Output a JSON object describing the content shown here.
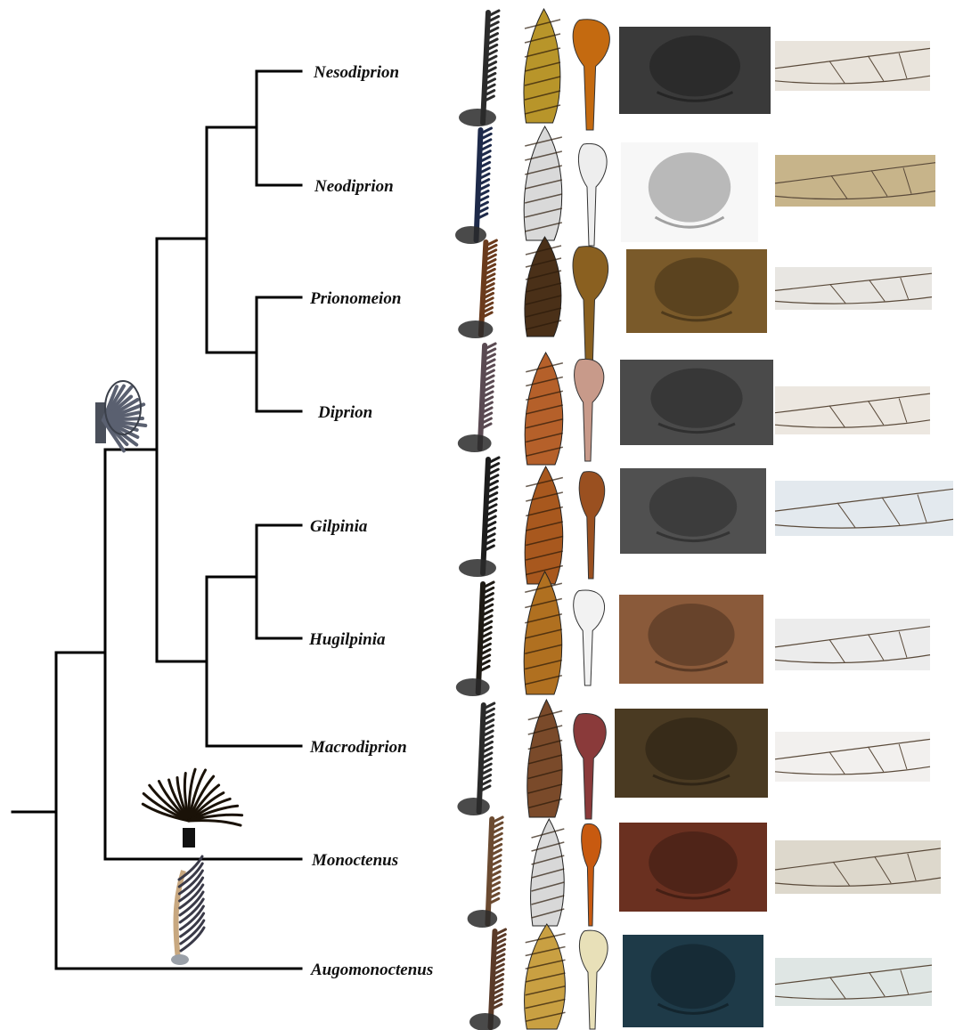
{
  "tree": {
    "taxa": [
      {
        "id": "nesodiprion",
        "label": "Nesodiprion"
      },
      {
        "id": "neodiprion",
        "label": "Neodiprion"
      },
      {
        "id": "prionomeion",
        "label": "Prionomeion"
      },
      {
        "id": "diprion",
        "label": "Diprion"
      },
      {
        "id": "gilpinia",
        "label": "Gilpinia"
      },
      {
        "id": "hugilpinia",
        "label": "Hugilpinia"
      },
      {
        "id": "macrodiprion",
        "label": "Macrodiprion"
      },
      {
        "id": "monoctenus",
        "label": "Monoctenus"
      },
      {
        "id": "augomonoctenus",
        "label": "Augomonoctenus"
      }
    ],
    "topology": "(Augomonoctenus,(Monoctenus,(((Nesodiprion,Neodiprion),(Prionomeion,Diprion)),((Gilpinia,Hugilpinia),Macrodiprion))))"
  },
  "node_illustrations": [
    {
      "name": "pectinate-antenna-illustration",
      "icon": "bipectinate-antenna-photo"
    },
    {
      "name": "flabellate-antenna-illustration",
      "icon": "flabellate-antenna-drawing"
    },
    {
      "name": "comb-antenna-illustration",
      "icon": "comb-antenna-photo"
    }
  ],
  "image_columns": [
    {
      "name": "antenna",
      "icon": "antenna-photo"
    },
    {
      "name": "lancet",
      "icon": "ovipositor-lancet-photo"
    },
    {
      "name": "penis-valve",
      "icon": "penis-valve-photo"
    },
    {
      "name": "mesoscutellum",
      "icon": "mesoscutellum-photo"
    },
    {
      "name": "forewing",
      "icon": "forewing-venation-photo"
    }
  ],
  "colors": {
    "branch": "#000000",
    "antenna": [
      "#2b2b2b",
      "#1e2a4a",
      "#6a3a1c",
      "#5a4a52",
      "#1c1c1c",
      "#1e1a14",
      "#2a2a2a",
      "#6b4a30",
      "#5a3a28"
    ],
    "lancet": [
      "#b8952a",
      "#d9d9d9",
      "#4a3018",
      "#b5602a",
      "#a8581e",
      "#b07020",
      "#7a4a2a",
      "#d8d8d8",
      "#c9a042"
    ],
    "valve": [
      "#c46a10",
      "#eeeeee",
      "#8a6020",
      "#c89a8a",
      "#9a5020",
      "#f2f2f2",
      "#8a3a3a",
      "#c85a10",
      "#e8e0b8"
    ],
    "scutum": [
      "#3a3a3a",
      "#f7f7f7",
      "#7a5a2a",
      "#4a4a4a",
      "#505050",
      "#8a5a3a",
      "#4a3a22",
      "#6a3020",
      "#1e3a48"
    ],
    "wing": [
      "#e9e4dc",
      "#c7b48a",
      "#e8e6e2",
      "#ece7e0",
      "#e3e9ee",
      "#ececec",
      "#f2f0ee",
      "#ddd8cc",
      "#dfe6e4"
    ]
  }
}
